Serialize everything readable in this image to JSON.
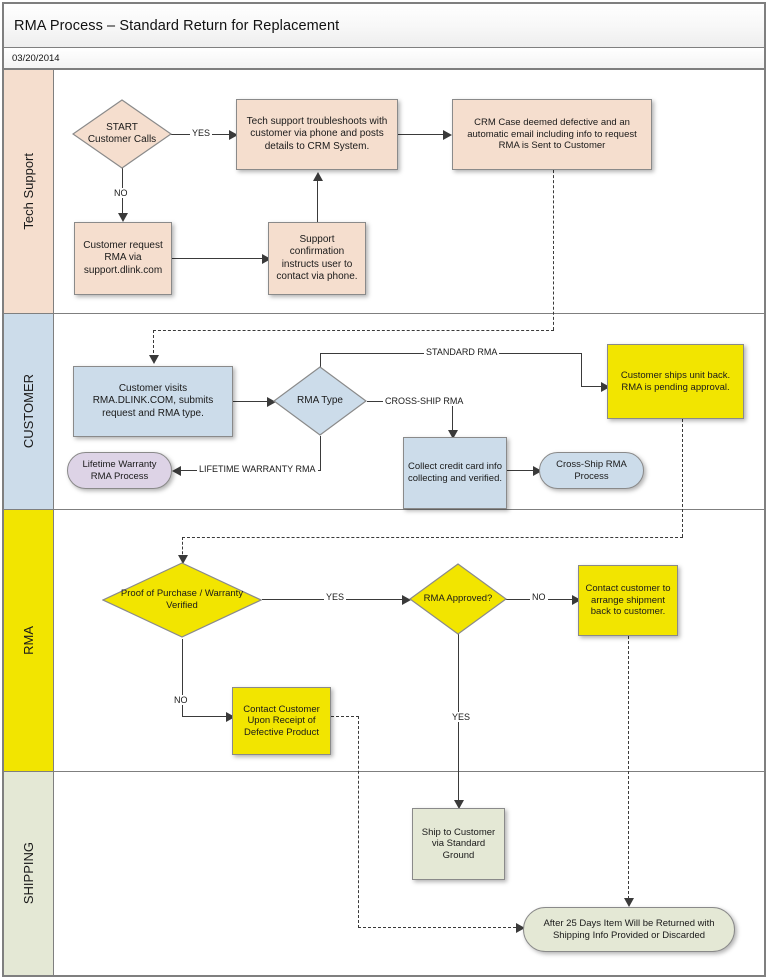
{
  "header": {
    "title": "RMA Process – Standard Return for Replacement",
    "date": "03/20/2014"
  },
  "colors": {
    "tech_support_fill": "#f5dece",
    "customer_fill": "#ccdcea",
    "rma_fill": "#f2e500",
    "shipping_fill": "#e4e8d5",
    "lifetime_fill": "#ddd3e6",
    "border": "#8a8a8a",
    "line": "#3a3a3a",
    "frame": "#7f7f7f"
  },
  "lanes": [
    {
      "id": "tech-support",
      "label": "Tech Support",
      "fill": "#f5dece"
    },
    {
      "id": "customer",
      "label": "CUSTOMER",
      "fill": "#ccdcea"
    },
    {
      "id": "rma",
      "label": "RMA",
      "fill": "#f2e500"
    },
    {
      "id": "shipping",
      "label": "SHIPPING",
      "fill": "#e4e8d5"
    }
  ],
  "nodes": {
    "start_customer_calls": "START\nCustomer Calls",
    "tech_troubleshoots": "Tech support troubleshoots with customer via phone and posts details to CRM System.",
    "crm_case_defective": "CRM Case deemed defective and an automatic email including info to request RMA is  Sent to Customer",
    "customer_request_rma": "Customer request RMA via support.dlink.com",
    "support_confirmation": "Support confirmation instructs user to contact via phone.",
    "customer_visits": "Customer visits RMA.DLINK.COM, submits request and RMA type.",
    "rma_type": "RMA Type",
    "lifetime_warranty_process": "Lifetime Warranty RMA Process",
    "collect_credit_card": "Collect credit card info collecting and verified.",
    "cross_ship_process": "Cross-Ship RMA Process",
    "customer_ships_unit": "Customer ships unit back. RMA is pending approval.",
    "proof_of_purchase": "Proof of Purchase / Warranty Verified",
    "rma_approved": "RMA Approved?",
    "contact_customer_arrange": "Contact customer to arrange shipment back to customer.",
    "contact_customer_receipt": "Contact Customer Upon Receipt of Defective Product",
    "ship_to_customer": "Ship to Customer via Standard Ground",
    "after_25_days": "After 25 Days Item Will be Returned with Shipping Info Provided or Discarded"
  },
  "edge_labels": {
    "yes_1": "YES",
    "no_1": "NO",
    "standard_rma": "STANDARD RMA",
    "cross_ship_rma": "CROSS-SHIP RMA",
    "lifetime_warranty_rma": "LIFETIME WARRANTY RMA",
    "yes_2": "YES",
    "no_2": "NO",
    "no_3": "NO",
    "yes_3": "YES"
  },
  "chart_data": {
    "type": "diagram",
    "title": "RMA Process – Standard Return for Replacement",
    "diagram_kind": "swimlane-flowchart",
    "lanes": [
      "Tech Support",
      "CUSTOMER",
      "RMA",
      "SHIPPING"
    ],
    "edges": [
      {
        "from": "start_customer_calls",
        "to": "tech_troubleshoots",
        "label": "YES",
        "style": "solid"
      },
      {
        "from": "start_customer_calls",
        "to": "customer_request_rma",
        "label": "NO",
        "style": "solid"
      },
      {
        "from": "customer_request_rma",
        "to": "support_confirmation",
        "label": "",
        "style": "solid"
      },
      {
        "from": "support_confirmation",
        "to": "tech_troubleshoots",
        "label": "",
        "style": "solid"
      },
      {
        "from": "tech_troubleshoots",
        "to": "crm_case_defective",
        "label": "",
        "style": "solid"
      },
      {
        "from": "crm_case_defective",
        "to": "customer_visits",
        "label": "",
        "style": "dashed"
      },
      {
        "from": "customer_visits",
        "to": "rma_type",
        "label": "",
        "style": "solid"
      },
      {
        "from": "rma_type",
        "to": "customer_ships_unit",
        "label": "STANDARD RMA",
        "style": "solid"
      },
      {
        "from": "rma_type",
        "to": "collect_credit_card",
        "label": "CROSS-SHIP RMA",
        "style": "solid"
      },
      {
        "from": "rma_type",
        "to": "lifetime_warranty_process",
        "label": "LIFETIME WARRANTY RMA",
        "style": "solid"
      },
      {
        "from": "collect_credit_card",
        "to": "cross_ship_process",
        "label": "",
        "style": "solid"
      },
      {
        "from": "customer_ships_unit",
        "to": "proof_of_purchase",
        "label": "",
        "style": "dashed"
      },
      {
        "from": "proof_of_purchase",
        "to": "rma_approved",
        "label": "YES",
        "style": "solid"
      },
      {
        "from": "proof_of_purchase",
        "to": "contact_customer_receipt",
        "label": "NO",
        "style": "solid"
      },
      {
        "from": "rma_approved",
        "to": "contact_customer_arrange",
        "label": "NO",
        "style": "solid"
      },
      {
        "from": "rma_approved",
        "to": "ship_to_customer",
        "label": "YES",
        "style": "solid"
      },
      {
        "from": "contact_customer_receipt",
        "to": "after_25_days",
        "label": "",
        "style": "dashed"
      },
      {
        "from": "contact_customer_arrange",
        "to": "after_25_days",
        "label": "",
        "style": "dashed"
      }
    ]
  }
}
